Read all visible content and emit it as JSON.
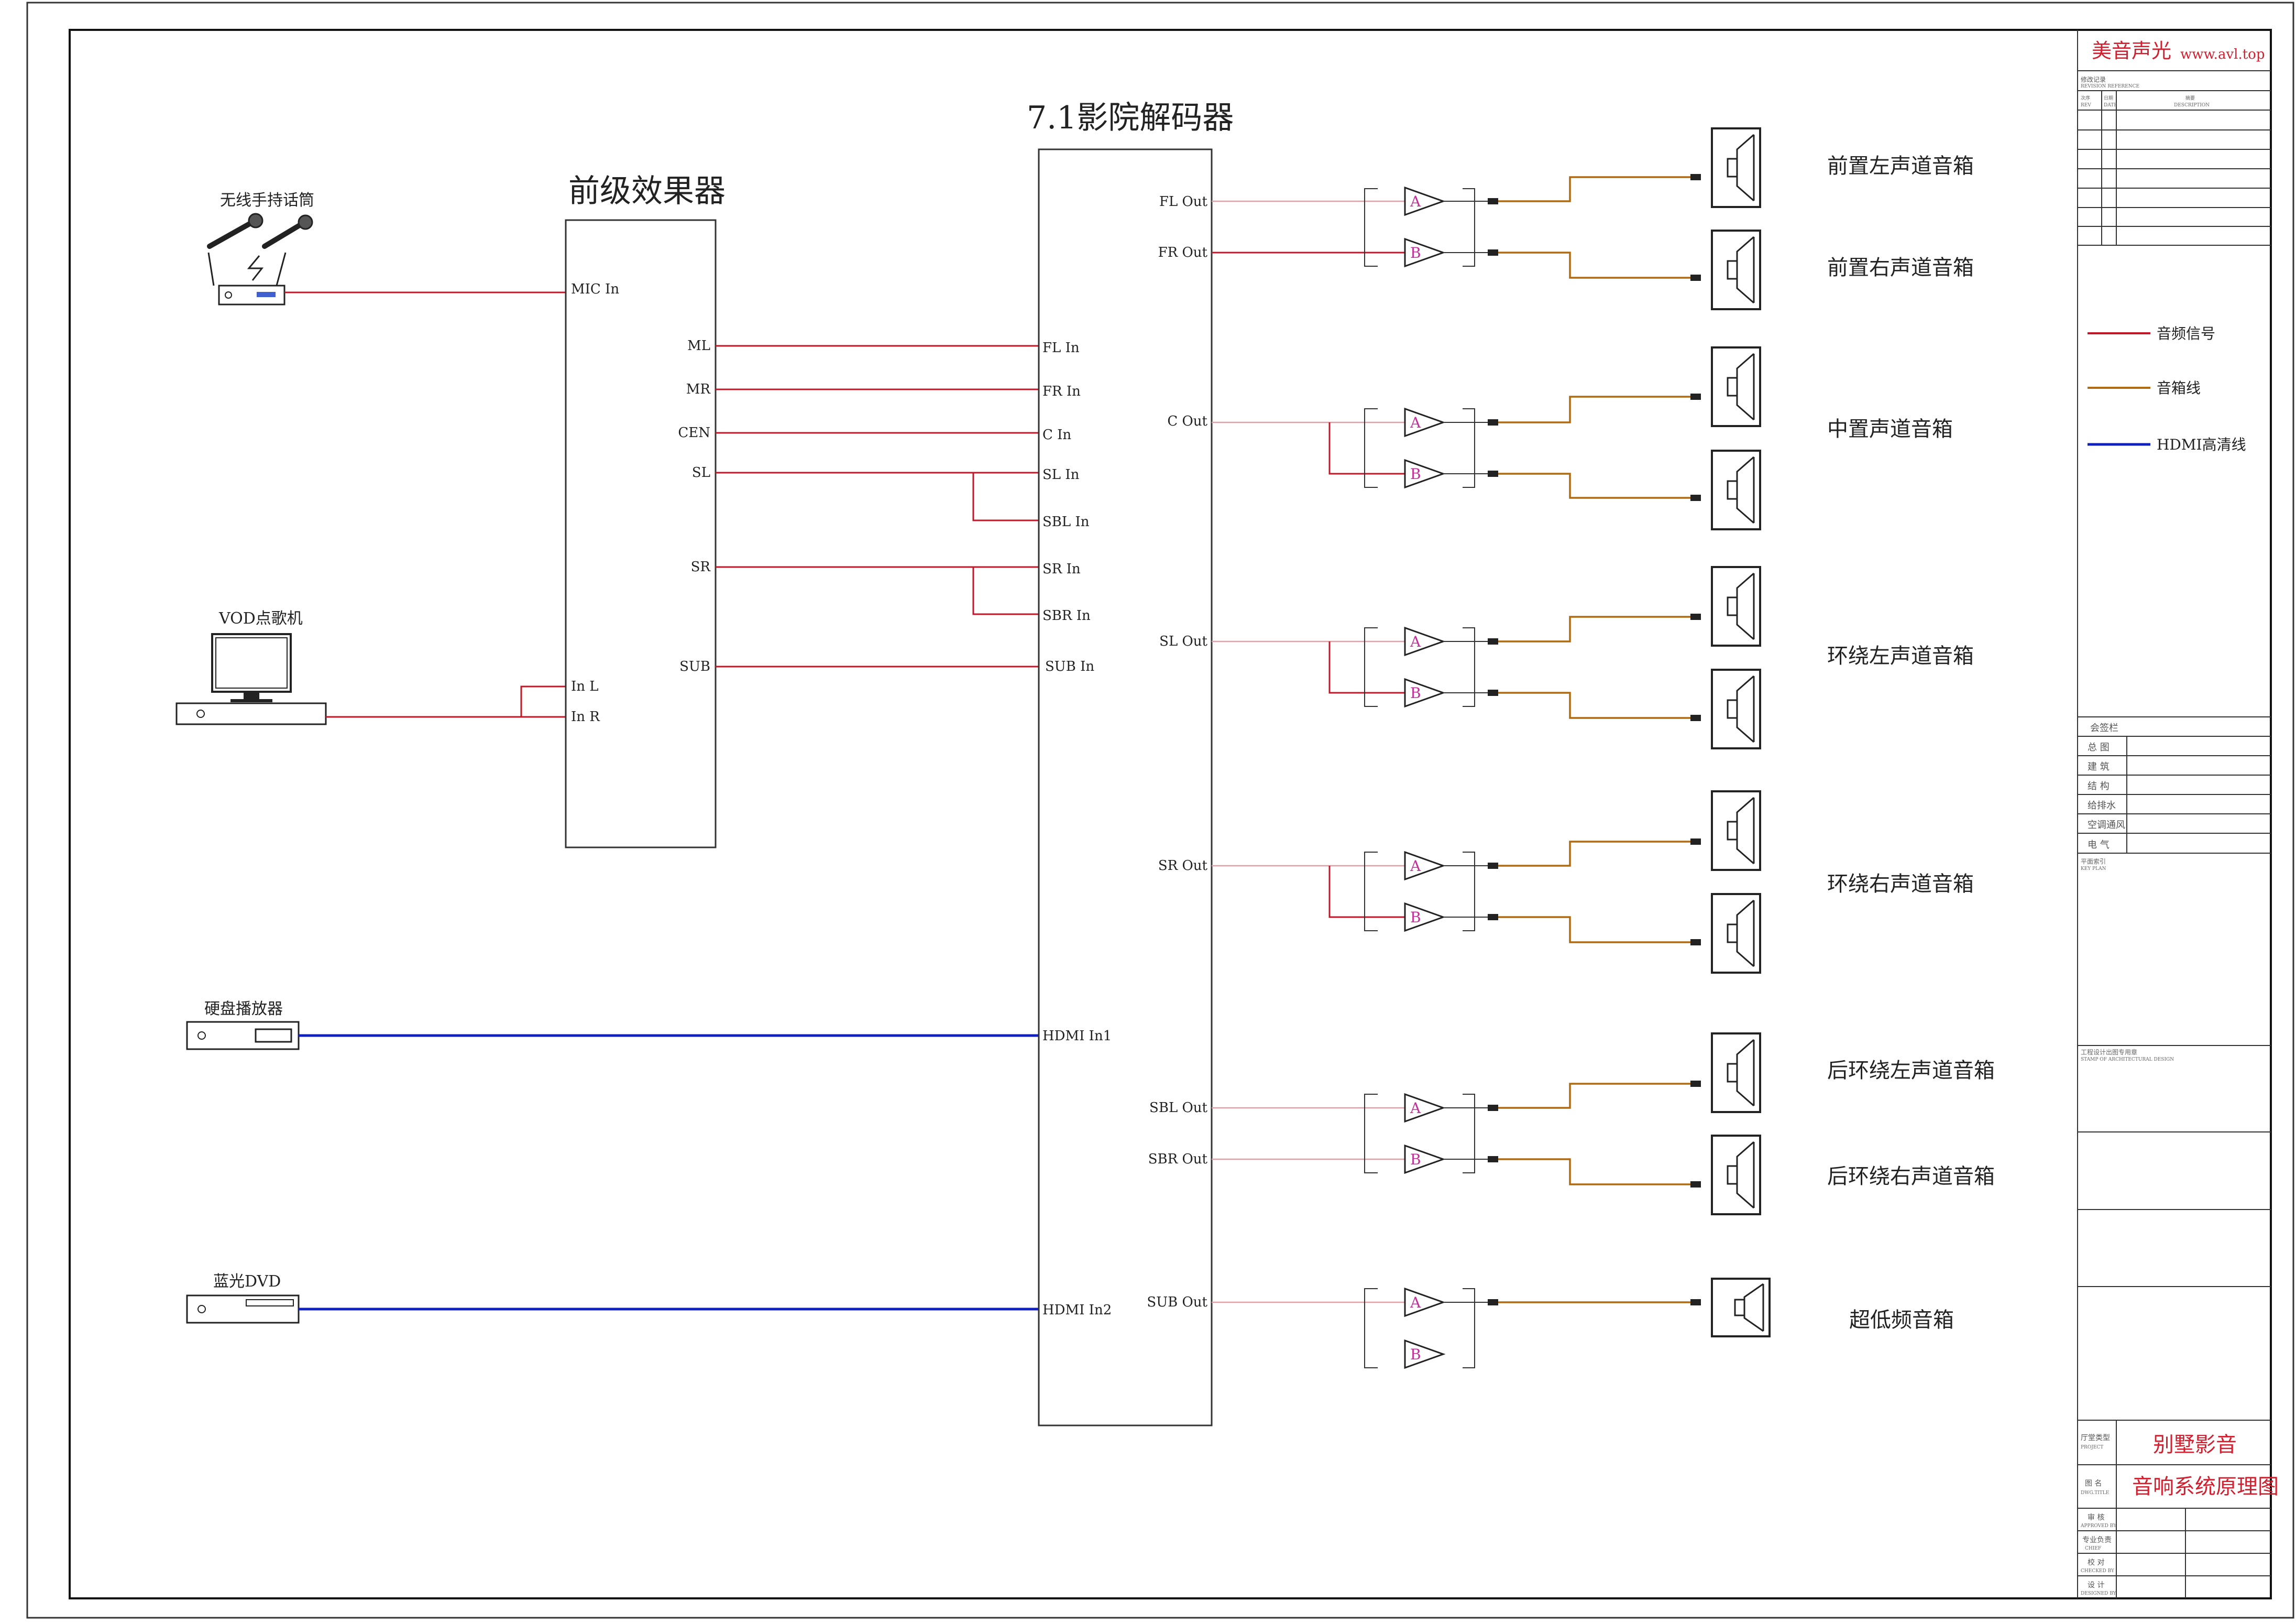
{
  "titleblock": {
    "brand": "美音声光",
    "brand_url": "www.avl.top",
    "revision_label": "修改记录",
    "revision_label_en": "REVISION REFERENCE",
    "rev_col1": "次序",
    "rev_col2": "日期",
    "rev_col3": "摘要",
    "rev_col1_en": "REV",
    "rev_col2_en": "DATE",
    "rev_col3_en": "DESCRIPTION",
    "sign_label": "会签栏",
    "sign_rows": [
      "总 图",
      "建 筑",
      "结 构",
      "给排水",
      "空调通风",
      "电 气"
    ],
    "keyplan_label": "平面索引",
    "keyplan_label_en": "KEY PLAN",
    "stamp_label": "工程设计出图专用章",
    "stamp_label_en": "STAMP OF ARCHITECTURAL DESIGN",
    "project_label": "厅堂类型",
    "project_label_en": "PROJECT",
    "project_value": "别墅影音",
    "title_label": "图 名",
    "title_label_en": "DWG.TITLE",
    "title_value": "音响系统原理图",
    "approve_rows": [
      {
        "cn": "审 核",
        "en": "APPROVED BY"
      },
      {
        "cn": "专业负责",
        "en": "CHIEF"
      },
      {
        "cn": "校 对",
        "en": "CHECKED BY"
      },
      {
        "cn": "设 计",
        "en": "DESIGNED BY"
      }
    ]
  },
  "legend": {
    "audio": "音频信号",
    "speaker_cable": "音箱线",
    "hdmi": "HDMI高清线",
    "colors": {
      "audio": "#c01828",
      "speaker_cable": "#b06a10",
      "hdmi": "#1020c0"
    }
  },
  "sources": {
    "mic": "无线手持话筒",
    "vod": "VOD点歌机",
    "hdd": "硬盘播放器",
    "bluray": "蓝光DVD"
  },
  "preamp": {
    "title": "前级效果器",
    "mic_in": "MIC In",
    "in_l": "In L",
    "in_r": "In R",
    "outs": [
      "ML",
      "MR",
      "CEN",
      "SL",
      "SR",
      "SUB"
    ]
  },
  "decoder": {
    "title": "7.1影院解码器",
    "ins": [
      "FL In",
      "FR In",
      "C In",
      "SL In",
      "SBL In",
      "SR In",
      "SBR In",
      "SUB In"
    ],
    "hdmi_ins": [
      "HDMI In1",
      "HDMI In2"
    ],
    "outs": [
      "FL Out",
      "FR Out",
      "C Out",
      "SL Out",
      "SR Out",
      "SBL Out",
      "SBR Out",
      "SUB Out"
    ]
  },
  "amp_channels": {
    "a": "A",
    "b": "B"
  },
  "speakers": {
    "front_left": "前置左声道音箱",
    "front_right": "前置右声道音箱",
    "center": "中置声道音箱",
    "surround_left": "环绕左声道音箱",
    "surround_right": "环绕右声道音箱",
    "rear_left": "后环绕左声道音箱",
    "rear_right": "后环绕右声道音箱",
    "sub": "超低频音箱"
  }
}
